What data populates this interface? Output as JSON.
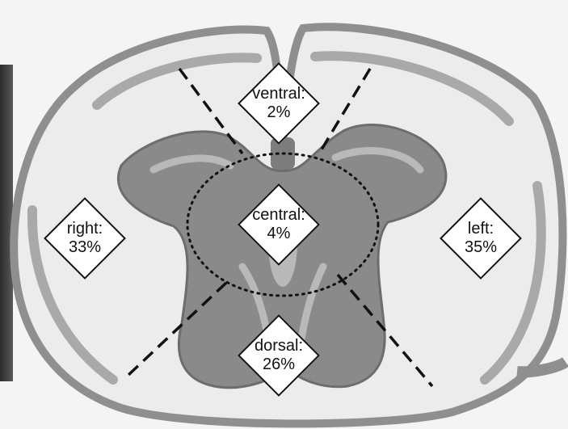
{
  "regions": {
    "ventral": {
      "name": "ventral:",
      "percent": "2%"
    },
    "central": {
      "name": "central:",
      "percent": "4%"
    },
    "right": {
      "name": "right:",
      "percent": "33%"
    },
    "left": {
      "name": "left:",
      "percent": "35%"
    },
    "dorsal": {
      "name": "dorsal:",
      "percent": "26%"
    }
  },
  "colors": {
    "background": "#f4f4f4",
    "white_matter_outline": "#8f8f8f",
    "gray_matter": "#8a8a8a",
    "gray_matter_light": "#b9b9b9",
    "divider_lines": "#111111"
  }
}
